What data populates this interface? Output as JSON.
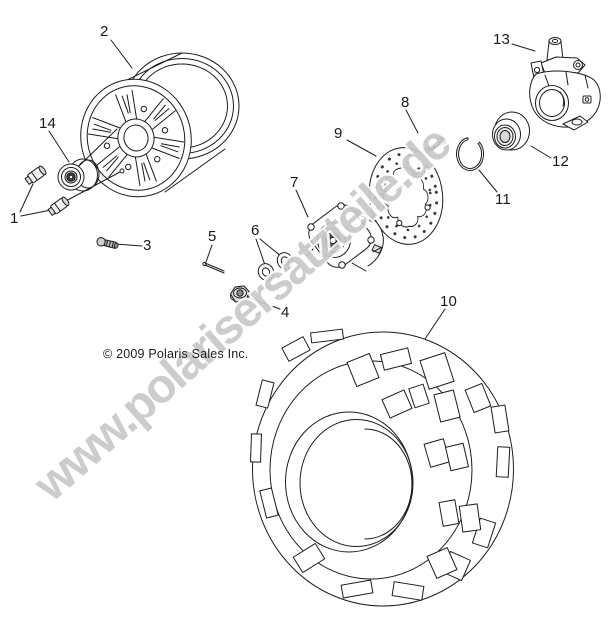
{
  "diagram": {
    "copyright": "© 2009 Polaris Sales Inc.",
    "watermark": "www.polarisersatzteile.de",
    "callouts": [
      {
        "label": "1"
      },
      {
        "label": "2"
      },
      {
        "label": "3"
      },
      {
        "label": "4"
      },
      {
        "label": "5"
      },
      {
        "label": "6"
      },
      {
        "label": "7"
      },
      {
        "label": "8"
      },
      {
        "label": "9"
      },
      {
        "label": "10"
      },
      {
        "label": "11"
      },
      {
        "label": "12"
      },
      {
        "label": "13"
      },
      {
        "label": "14"
      }
    ],
    "colors": {
      "line_color": "#1c1c1c",
      "watermark_color": "#c8c8c8",
      "background": "#ffffff"
    }
  }
}
